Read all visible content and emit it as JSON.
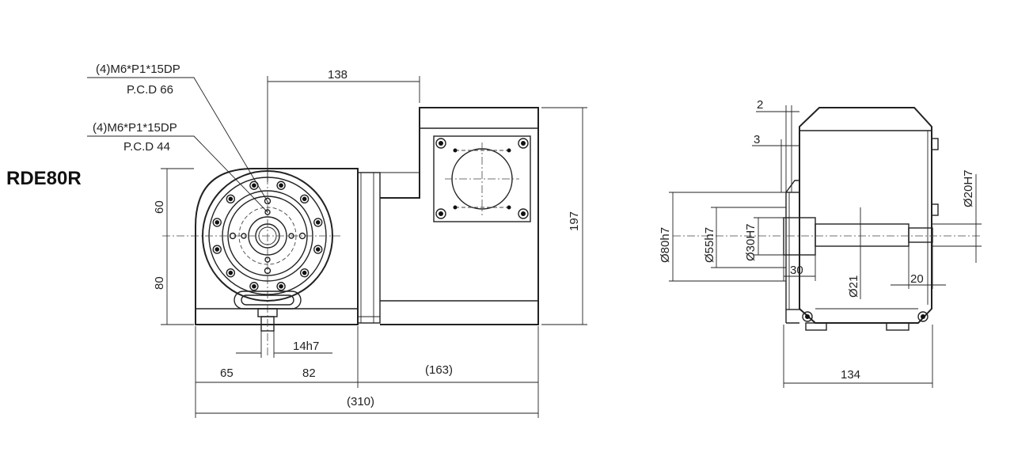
{
  "model": "RDE80R",
  "front_view": {
    "callout_outer": {
      "thread": "(4)M6*P1*15DP",
      "pcd": "P.C.D 66"
    },
    "callout_inner": {
      "thread": "(4)M6*P1*15DP",
      "pcd": "P.C.D 44"
    },
    "dims": {
      "top_width": "138",
      "height_total": "197",
      "upper": "60",
      "lower": "80",
      "shaft": "14h7",
      "left": "65",
      "mid": "82",
      "right": "(163)",
      "overall": "(310)"
    }
  },
  "side_view": {
    "dims": {
      "flange_2": "2",
      "flange_3": "3",
      "d80": "Ø80h7",
      "d55": "Ø55h7",
      "d30": "Ø30H7",
      "len30": "30",
      "d21": "Ø21",
      "len20": "20",
      "d20": "Ø20H7",
      "width": "134"
    }
  }
}
